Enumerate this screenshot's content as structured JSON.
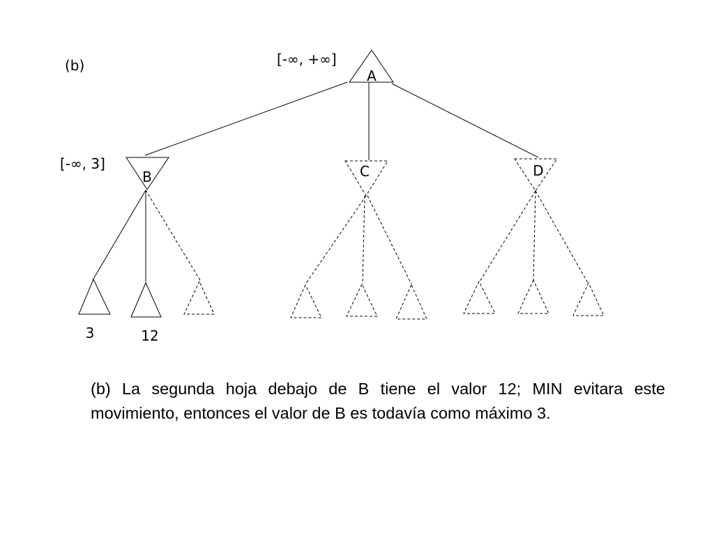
{
  "panel_label": "(b)",
  "nodes": {
    "A": {
      "label": "A",
      "interval": "[-∞, +∞]"
    },
    "B": {
      "label": "B",
      "interval": "[-∞, 3]"
    },
    "C": {
      "label": "C"
    },
    "D": {
      "label": "D"
    }
  },
  "leaves": {
    "b1": {
      "value": "3"
    },
    "b2": {
      "value": "12"
    }
  },
  "caption": "(b) La segunda hoja debajo de B tiene el valor 12; MIN evitara este movimiento, entonces el valor de B es todavía como máximo 3."
}
